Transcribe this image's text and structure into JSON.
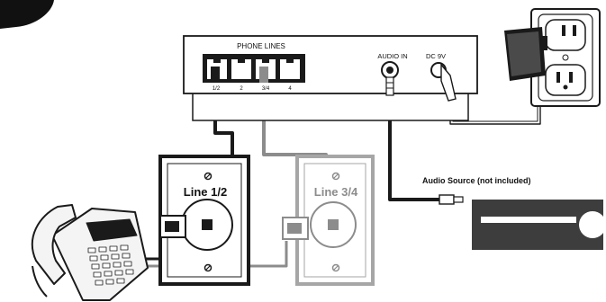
{
  "diagram": {
    "device": {
      "jacks_label": "PHONE LINES",
      "jack_numbers": [
        "1/2",
        "2",
        "3/4",
        "4"
      ],
      "audio_in_label": "AUDIO IN",
      "dc_label": "DC 9V"
    },
    "wall_plates": [
      {
        "label": "Line 1/2"
      },
      {
        "label": "Line 3/4"
      }
    ],
    "audio_source_label": "Audio Source (not included)",
    "colors": {
      "line": "#1a1a1a",
      "line_gray": "#8c8c8c",
      "plate_gray": "#a6a6a6",
      "audio_source_fill": "#3d3d3d",
      "phone_fill": "#f4f4f4"
    },
    "icons": [
      "telephone-icon",
      "power-adapter-icon",
      "wall-outlet-icon",
      "audio-source-icon",
      "rca-plug-icon",
      "dc-plug-icon"
    ]
  }
}
